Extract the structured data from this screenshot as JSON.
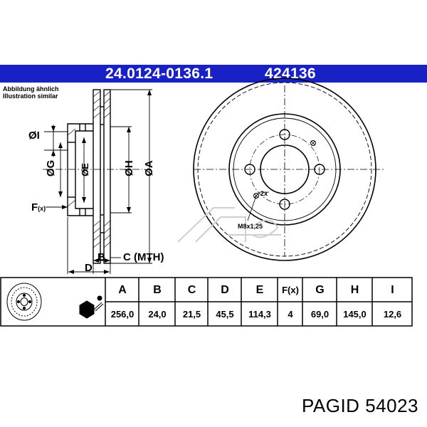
{
  "banner": {
    "part_number": "24.0124-0136.1",
    "ref_number": "424136"
  },
  "caption": {
    "line1": "Abbildung ähnlich",
    "line2": "Illustration similar"
  },
  "dimension_labels": {
    "I": "ØI",
    "G": "ØG",
    "E": "ØE",
    "H": "ØH",
    "A": "ØA",
    "F": "F",
    "F_sub": "(x)",
    "B": "B",
    "C": "C (MTH)",
    "D": "D"
  },
  "hole_labels": {
    "count": "2x",
    "thread": "M8x1,25"
  },
  "table": {
    "headers": [
      "A",
      "B",
      "C",
      "D",
      "E",
      "F(x)",
      "G",
      "H",
      "I"
    ],
    "values": [
      "256,0",
      "24,0",
      "21,5",
      "45,5",
      "114,3",
      "4",
      "69,0",
      "145,0",
      "12,6"
    ]
  },
  "colors": {
    "banner": "#1a21c4",
    "line": "#000000",
    "watermark": "#cccccc"
  },
  "brand": {
    "name": "PAGID",
    "code": "54023"
  }
}
